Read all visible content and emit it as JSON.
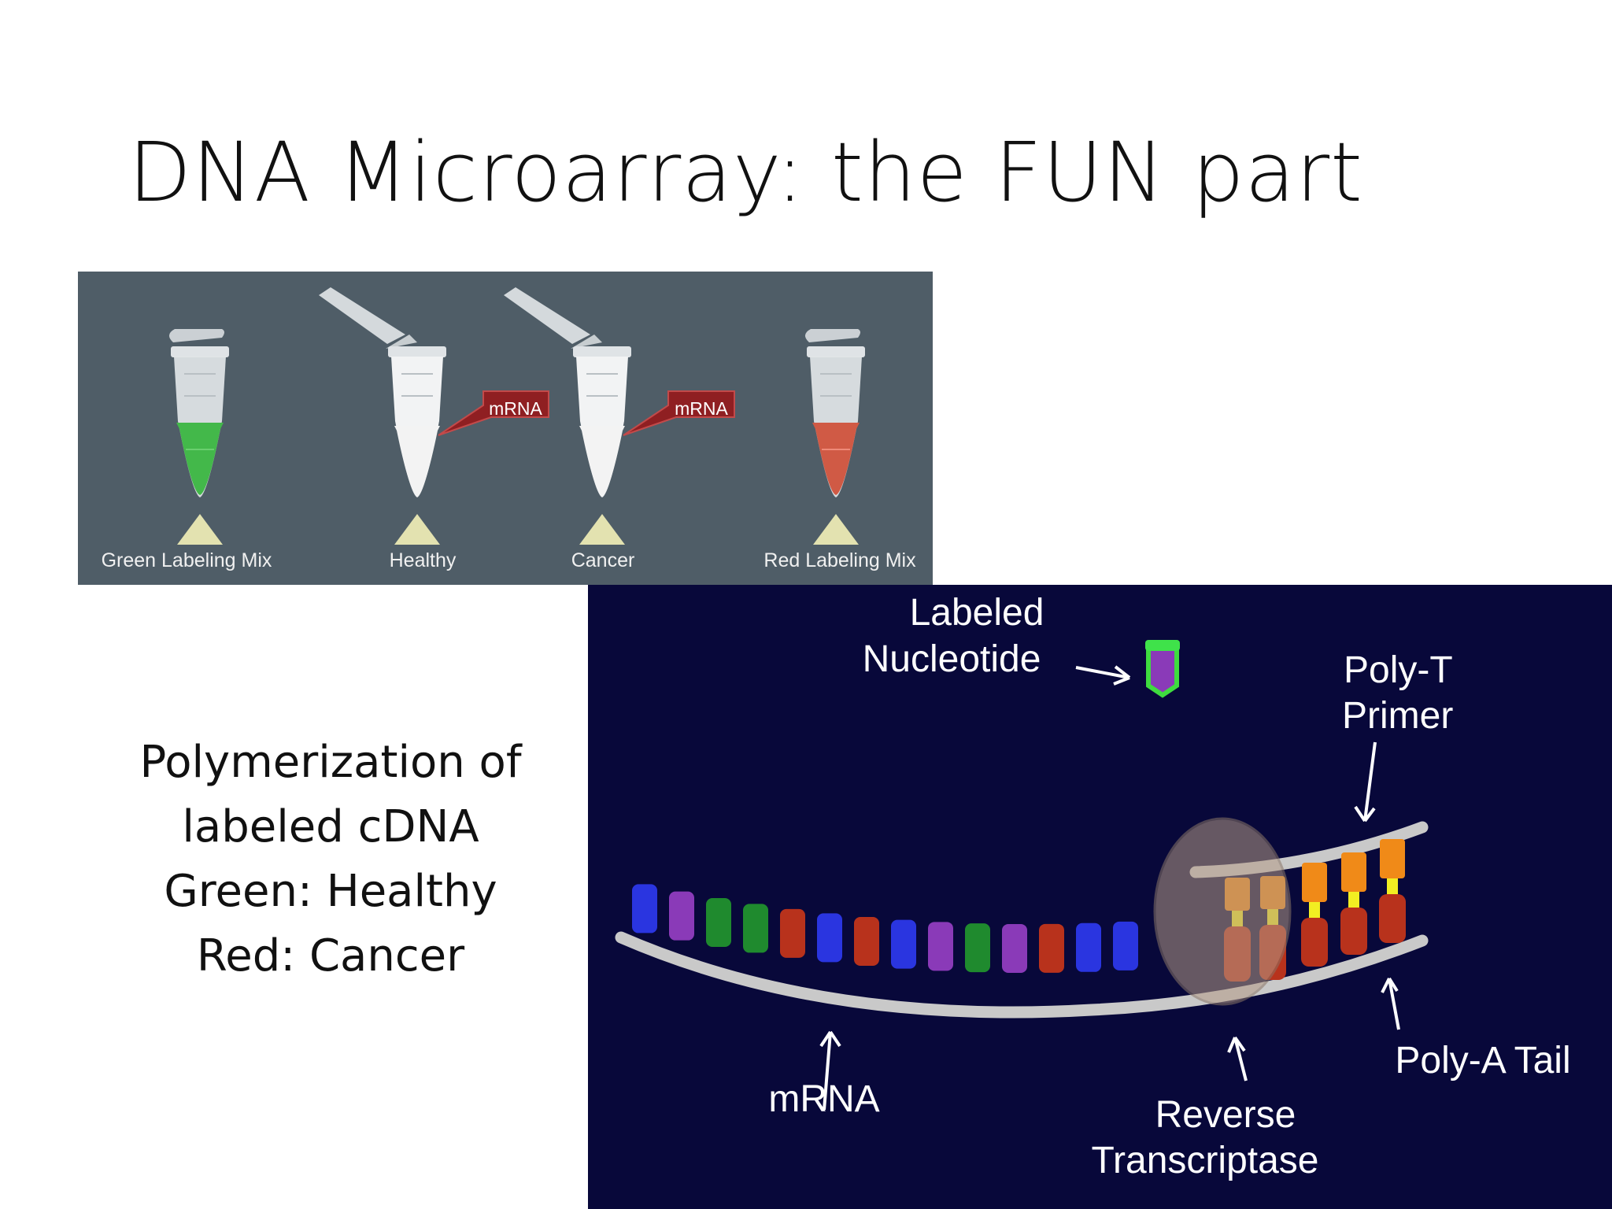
{
  "slide": {
    "title": "DNA Microarray: the FUN part"
  },
  "caption": {
    "lines": [
      "Polymerization of",
      "labeled cDNA",
      "Green: Healthy",
      "Red: Cancer"
    ]
  },
  "tubes_panel": {
    "background_color": "#4f5d67",
    "tubes": [
      {
        "label": "Green Labeling Mix",
        "fill_color": "#43b84a",
        "open_lid": false
      },
      {
        "label": "Healthy",
        "fill_color": "#f3f3f3",
        "open_lid": true
      },
      {
        "label": "Cancer",
        "fill_color": "#f3f3f3",
        "open_lid": true
      },
      {
        "label": "Red Labeling Mix",
        "fill_color": "#d05a45",
        "open_lid": false
      }
    ],
    "callouts": [
      "mRNA",
      "mRNA"
    ]
  },
  "rt_diagram": {
    "background_color": "#08083a",
    "labels": {
      "labeled_nucleotide": [
        "Labeled",
        "Nucleotide"
      ],
      "poly_t_primer": [
        "Poly-T",
        "Primer"
      ],
      "mrna": "mRNA",
      "reverse_transcriptase": [
        "Reverse",
        "Transcriptase"
      ],
      "poly_a_tail": "Poly-A Tail"
    },
    "base_colors": {
      "blue": "#2a35e0",
      "purple": "#8a3ab8",
      "green": "#1f8a2e",
      "red": "#b8321c",
      "orange": "#f08a18",
      "yellow": "#f2ee22"
    }
  }
}
